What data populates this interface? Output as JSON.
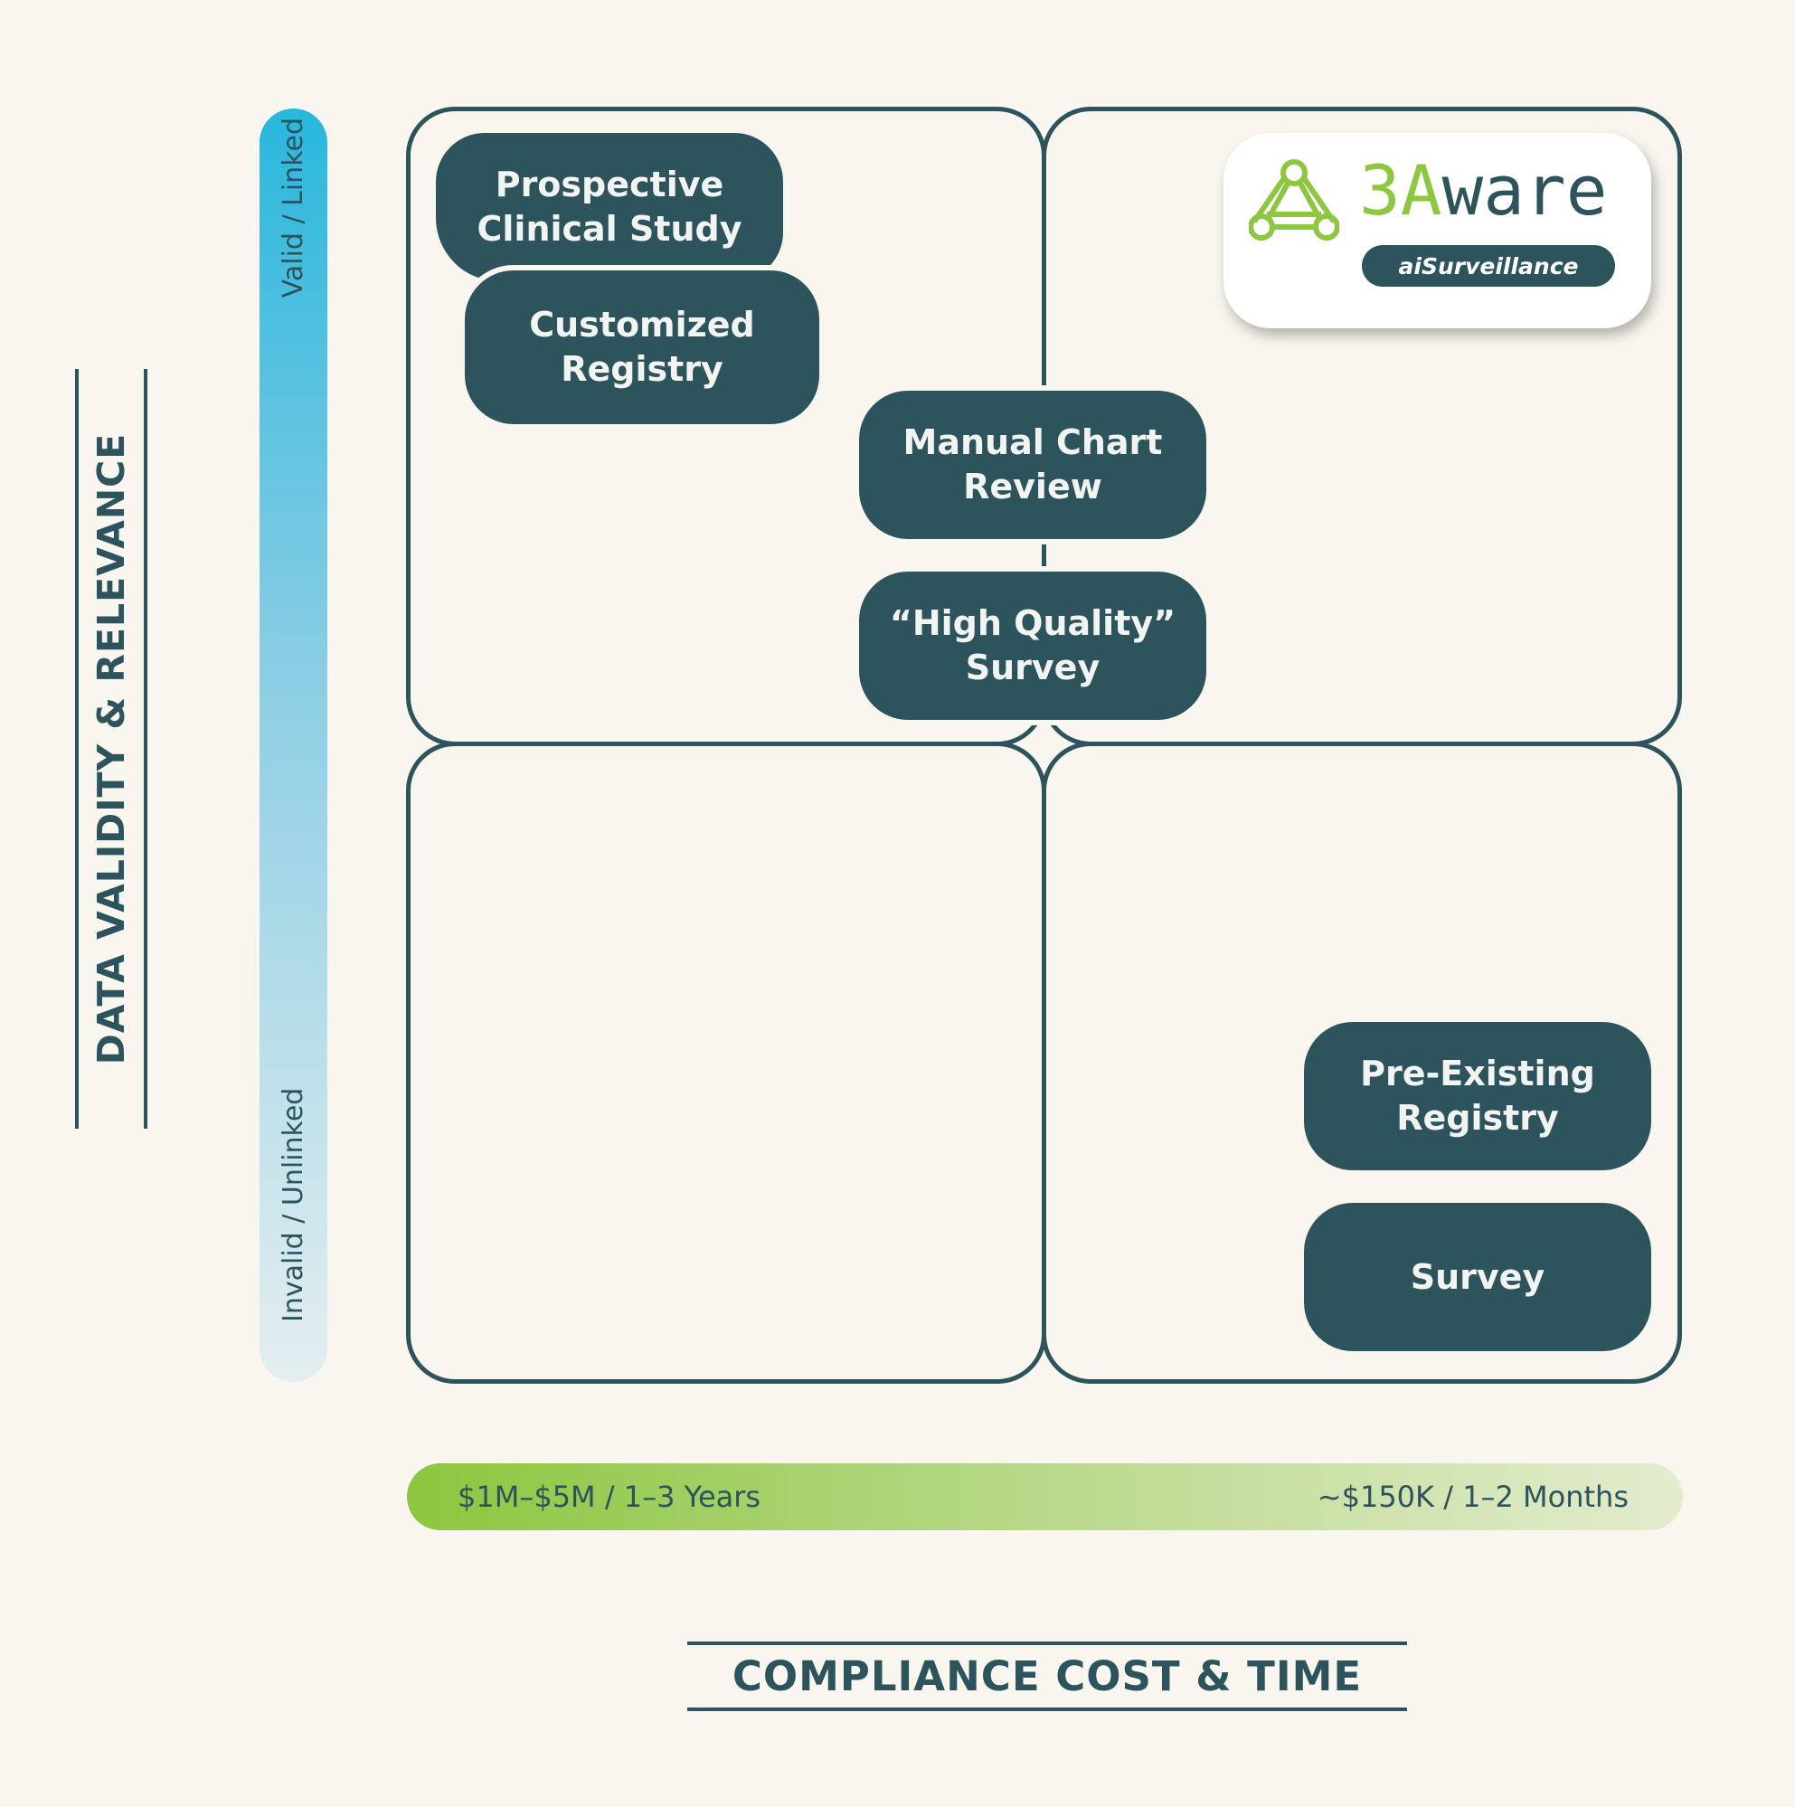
{
  "y_axis": {
    "title": "DATA VALIDITY & RELEVANCE",
    "high_label": "Valid / Linked",
    "low_label": "Invalid / Unlinked"
  },
  "x_axis": {
    "title": "COMPLIANCE COST & TIME",
    "left_label": "$1M–$5M / 1–3 Years",
    "right_label": "~$150K / 1–2 Months"
  },
  "methods": {
    "prospective": "Prospective\nClinical Study",
    "customized": "Customized\nRegistry",
    "manual": "Manual Chart\nReview",
    "hq_survey": "“High Quality”\nSurvey",
    "preexisting": "Pre-Existing\nRegistry",
    "survey": "Survey"
  },
  "logo": {
    "word_a": "3A",
    "word_b": "ware",
    "tag": "aiSurveillance"
  },
  "colors": {
    "primary": "#2d535c",
    "accent_green": "#8dc63f",
    "accent_blue": "#29b7dd",
    "background": "#f9f6f0"
  }
}
